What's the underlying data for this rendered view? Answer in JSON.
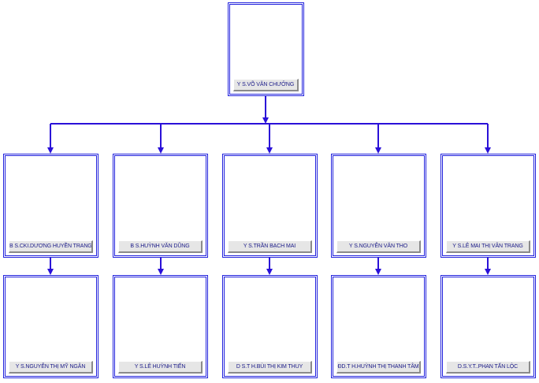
{
  "org_chart": {
    "root": {
      "label": "Y S.VÕ VĂN CHƯỞNG"
    },
    "level2": [
      {
        "label": "B S.CKI.DƯƠNG HUYỀN TRANG"
      },
      {
        "label": "B S.HUỲNH VĂN DŨNG"
      },
      {
        "label": "Y S.TRẦN BẠCH MAI"
      },
      {
        "label": "Y S.NGUYỄN VĂN THO"
      },
      {
        "label": "Y S.LÊ MAI THỊ VÂN TRANG"
      }
    ],
    "level3": [
      {
        "label": "Y S.NGUYỄN THỊ MỸ NGÂN"
      },
      {
        "label": "Y S.LÊ HUỲNH TIẾN"
      },
      {
        "label": "D S.T H.BÙI THỊ KIM THUY"
      },
      {
        "label": "ĐD.T H.HUỲNH THỊ THANH TÂM"
      },
      {
        "label": "D.S.Y.T..PHAN TẤN LỘC"
      }
    ]
  },
  "colors": {
    "border": "#2222dd",
    "connector": "#2a10d8",
    "label_bg": "#e6e6e6",
    "label_text": "#1a1a88"
  }
}
